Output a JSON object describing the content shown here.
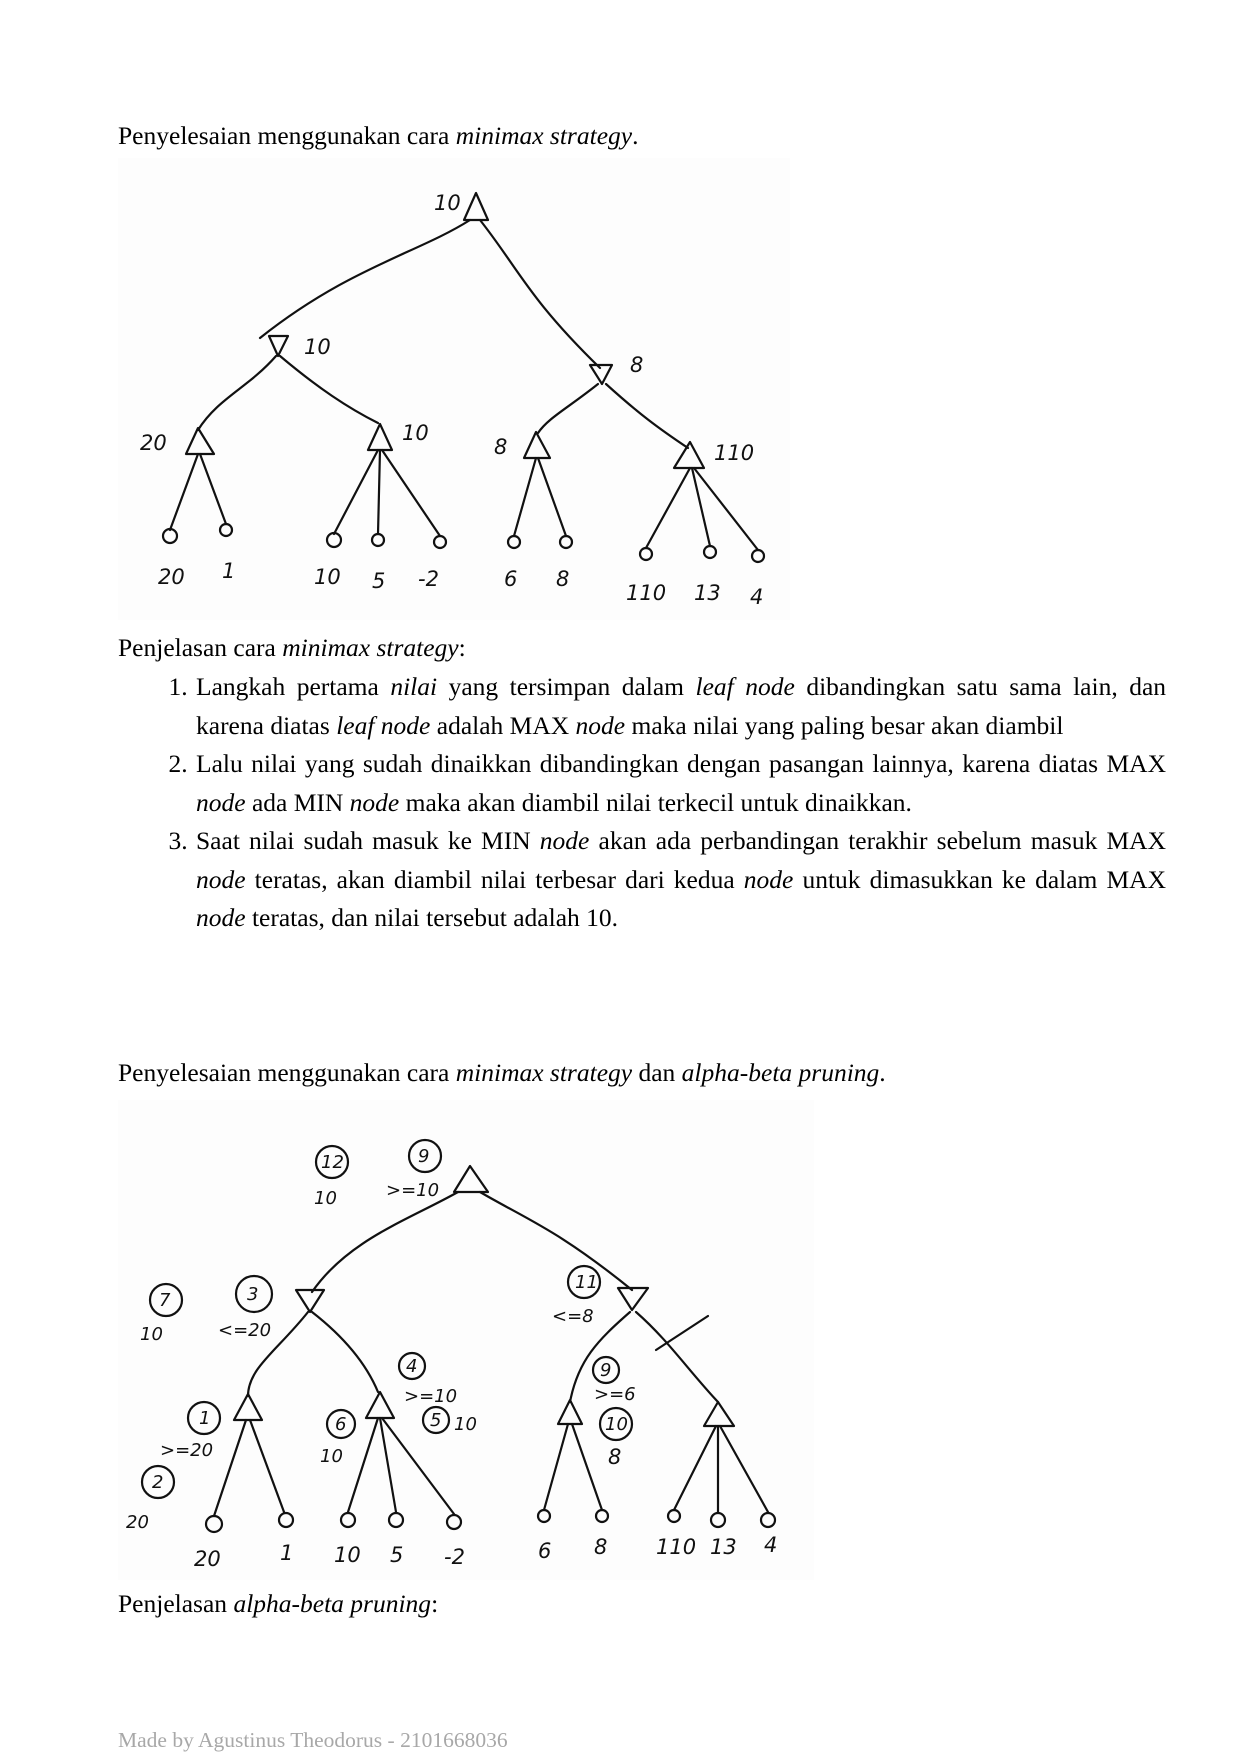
{
  "section1": {
    "intro": "Penyelesaian menggunakan cara ",
    "intro_em": "minimax strategy",
    "intro_end": "."
  },
  "figure1": {
    "root_value": "10",
    "min_values": [
      "10",
      "8"
    ],
    "max_values": [
      "20",
      "10",
      "8",
      "110"
    ],
    "leaf_values": [
      "20",
      "1",
      "10",
      "5",
      "-2",
      "6",
      "8",
      "110",
      "13",
      "4"
    ]
  },
  "explanation1": {
    "heading": "Penjelasan cara ",
    "heading_em": "minimax strategy",
    "heading_end": ":",
    "steps": [
      [
        {
          "t": "Langkah pertama "
        },
        {
          "t": "nilai",
          "i": true
        },
        {
          "t": " yang tersimpan dalam "
        },
        {
          "t": "leaf node",
          "i": true
        },
        {
          "t": " dibandingkan satu sama lain, dan karena diatas "
        },
        {
          "t": "leaf node",
          "i": true
        },
        {
          "t": " adalah MAX "
        },
        {
          "t": "node",
          "i": true
        },
        {
          "t": " maka nilai yang paling besar akan diambil"
        }
      ],
      [
        {
          "t": "Lalu nilai yang sudah dinaikkan dibandingkan dengan pasangan lainnya, karena diatas MAX "
        },
        {
          "t": "node",
          "i": true
        },
        {
          "t": " ada MIN "
        },
        {
          "t": "node",
          "i": true
        },
        {
          "t": " maka akan diambil nilai terkecil untuk dinaikkan."
        }
      ],
      [
        {
          "t": "Saat nilai sudah masuk ke MIN "
        },
        {
          "t": "node",
          "i": true
        },
        {
          "t": " akan ada perbandingan terakhir sebelum masuk MAX "
        },
        {
          "t": "node",
          "i": true
        },
        {
          "t": " teratas, akan diambil nilai terbesar dari kedua "
        },
        {
          "t": "node",
          "i": true
        },
        {
          "t": " untuk dimasukkan ke dalam MAX "
        },
        {
          "t": "node",
          "i": true
        },
        {
          "t": " teratas, dan nilai tersebut adalah 10."
        }
      ]
    ]
  },
  "section2": {
    "intro": "Penyelesaian menggunakan cara ",
    "intro_em1": "minimax strategy",
    "intro_mid": " dan ",
    "intro_em2": "alpha-beta pruning",
    "intro_end": "."
  },
  "figure2": {
    "root_annotations": [
      "12",
      "9",
      "10",
      ">=10"
    ],
    "min_left_annotations": [
      "7",
      "3",
      "10",
      "<=20"
    ],
    "min_right_annotations": [
      "11",
      "<=8"
    ],
    "max1_annotations": [
      "1",
      ">=20",
      "2",
      "20"
    ],
    "max2_annotations": [
      "4",
      ">=10",
      "6",
      "10",
      "5",
      "10"
    ],
    "max3_annotations": [
      "9",
      ">=6",
      "10",
      "8"
    ],
    "leaf_values": [
      "20",
      "1",
      "10",
      "5",
      "-2",
      "6",
      "8",
      "110",
      "13",
      "4"
    ]
  },
  "explanation2": {
    "heading": "Penjelasan ",
    "heading_em": "alpha-beta pruning",
    "heading_end": ":"
  },
  "footer": {
    "text": "Made by Agustinus Theodorus - 2101668036"
  }
}
